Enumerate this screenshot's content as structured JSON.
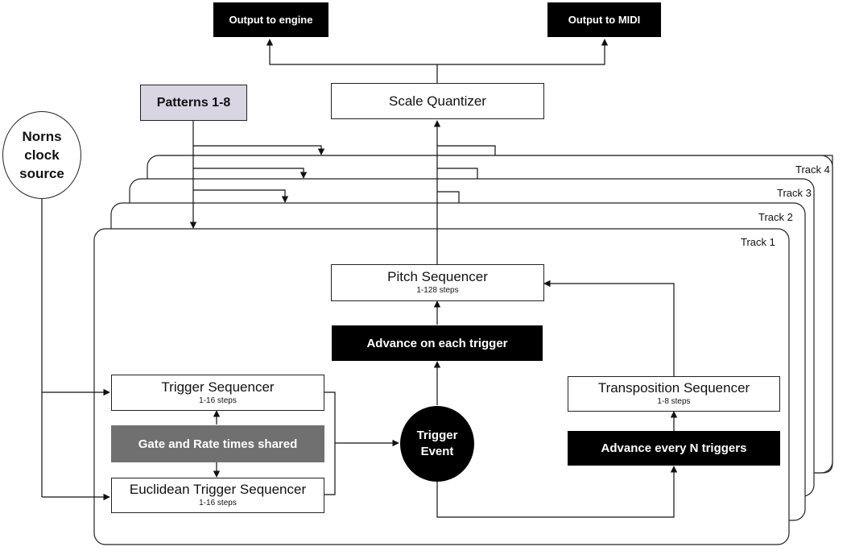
{
  "outputs": {
    "engine": "Output to engine",
    "midi": "Output to MIDI"
  },
  "patterns": "Patterns 1-8",
  "clock": {
    "line1": "Norns",
    "line2": "clock",
    "line3": "source"
  },
  "scale_quantizer": "Scale Quantizer",
  "tracks": [
    "Track 1",
    "Track 2",
    "Track 3",
    "Track 4"
  ],
  "pitch_sequencer": {
    "title": "Pitch Sequencer",
    "steps": "1-128 steps"
  },
  "advance_each": "Advance on each trigger",
  "trigger_sequencer": {
    "title": "Trigger Sequencer",
    "steps": "1-16 steps"
  },
  "gate_rate": "Gate and Rate times shared",
  "euclidean_sequencer": {
    "title": "Euclidean Trigger Sequencer",
    "steps": "1-16 steps"
  },
  "trigger_event": {
    "line1": "Trigger",
    "line2": "Event"
  },
  "transposition_sequencer": {
    "title": "Transposition Sequencer",
    "steps": "1-8 steps"
  },
  "advance_n": "Advance every N triggers",
  "colors": {
    "black_box": "#000000",
    "gray_box": "#707070",
    "patterns_fill": "#d9d5e3",
    "line": "#222222"
  }
}
